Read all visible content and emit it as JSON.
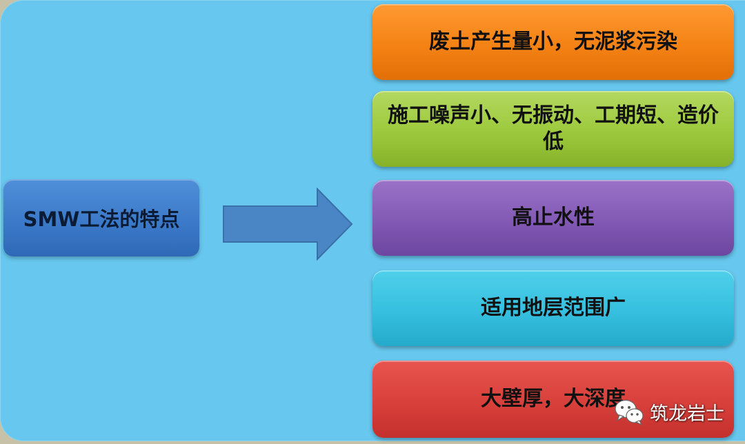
{
  "diagram": {
    "concept": "SMW工法的特点",
    "features": [
      {
        "label": "废土产生量小，无泥浆污染",
        "color": "#f48214"
      },
      {
        "label": "施工噪声小、无振动、工期短、造价低",
        "color": "#9cc93c"
      },
      {
        "label": "高止水性",
        "color": "#8259b4"
      },
      {
        "label": "适用地层范围广",
        "color": "#36bfdf"
      },
      {
        "label": "大壁厚，大深度",
        "color": "#d8403b"
      }
    ],
    "arrow_color": "#4a86c6",
    "panel_color": "#67c7ee"
  },
  "watermark": {
    "icon": "wechat-icon",
    "text": "筑龙岩士"
  }
}
